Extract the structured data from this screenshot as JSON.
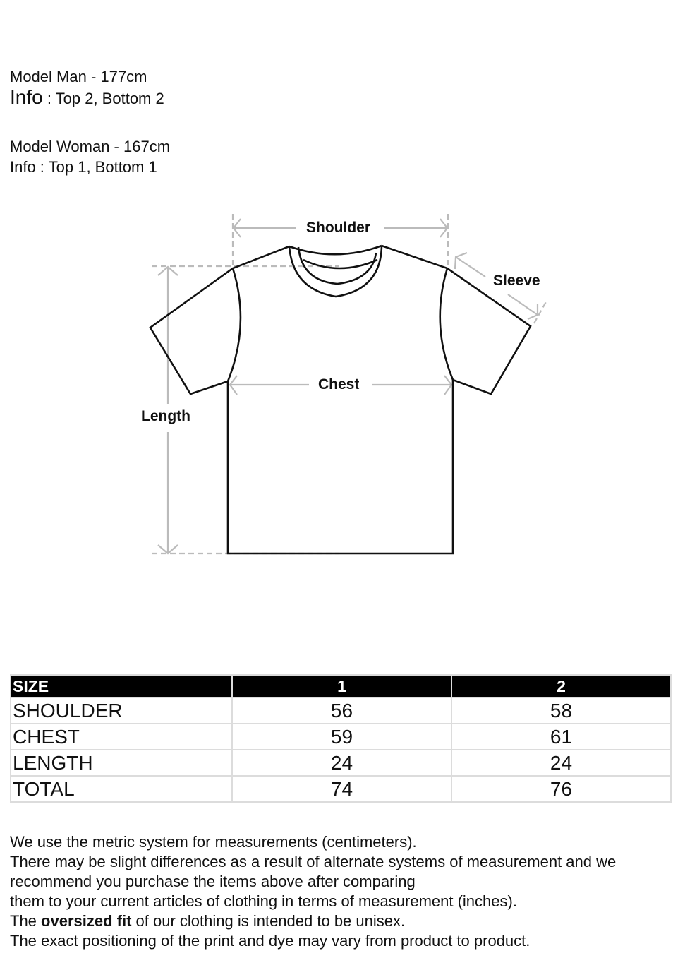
{
  "model_info": {
    "man_title": "Model Man - 177cm",
    "man_info_label": "Info",
    "man_info_value": " : Top 2, Bottom 2",
    "woman_title": "Model Woman - 167cm",
    "woman_info": "Info : Top 1, Bottom 1"
  },
  "diagram": {
    "labels": {
      "shoulder": "Shoulder",
      "sleeve": "Sleeve",
      "chest": "Chest",
      "length": "Length"
    },
    "colors": {
      "outline": "#111111",
      "measure": "#bbbbbb"
    }
  },
  "size_table": {
    "headers": [
      "SIZE",
      "1",
      "2"
    ],
    "rows": [
      {
        "label": "SHOULDER",
        "values": [
          "56",
          "58"
        ]
      },
      {
        "label": "CHEST",
        "values": [
          "59",
          "61"
        ]
      },
      {
        "label": "LENGTH",
        "values": [
          "24",
          "24"
        ]
      },
      {
        "label": "TOTAL",
        "values": [
          "74",
          "76"
        ]
      }
    ],
    "colors": {
      "header_bg": "#000000",
      "header_text": "#ffffff",
      "border": "#dcdcdc"
    }
  },
  "notes": {
    "line1": "We use the metric system for measurements (centimeters).",
    "line2": "There may be slight differences as a result of alternate systems of measurement and we",
    "line3": "recommend you purchase the items above after comparing",
    "line4": "them to your current articles of clothing in terms of measurement (inches).",
    "line5_prefix": "The ",
    "line5_bold": "oversized fit",
    "line5_suffix": " of our clothing is intended to be unisex.",
    "line6": "The exact positioning of the print  and dye may vary from product to product."
  }
}
